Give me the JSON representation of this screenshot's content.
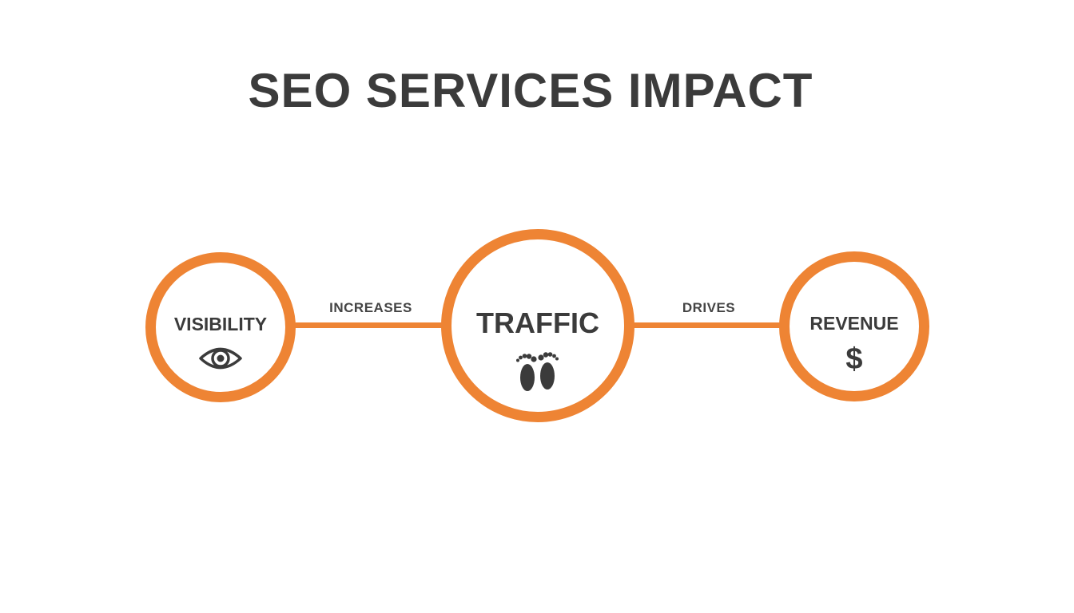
{
  "title": "SEO SERVICES IMPACT",
  "colors": {
    "accent": "#EE8434",
    "text": "#3B3B3B",
    "background": "#FFFFFF"
  },
  "nodes": [
    {
      "label": "VISIBILITY",
      "icon": "eye-icon"
    },
    {
      "label": "TRAFFIC",
      "icon": "footprints-icon"
    },
    {
      "label": "REVENUE",
      "icon": "dollar-icon",
      "icon_text": "$"
    }
  ],
  "connectors": [
    {
      "label": "INCREASES",
      "from": "VISIBILITY",
      "to": "TRAFFIC"
    },
    {
      "label": "DRIVES",
      "from": "TRAFFIC",
      "to": "REVENUE"
    }
  ]
}
